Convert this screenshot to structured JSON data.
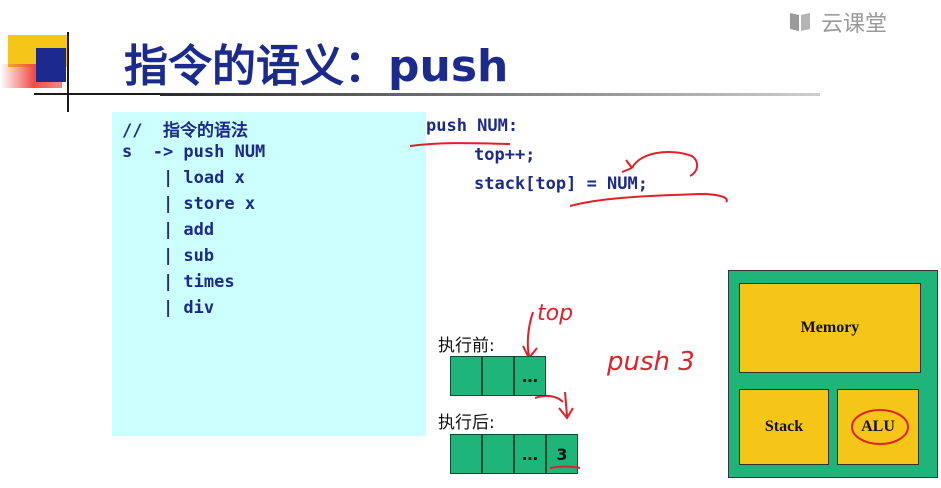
{
  "watermark": {
    "text": "云课堂"
  },
  "slide": {
    "title": "指令的语义：push"
  },
  "grammar": {
    "comment": "//  指令的语法",
    "lines": [
      "s  -> push NUM",
      "    | load x",
      "    | store x",
      "    | add",
      "    | sub",
      "    | times",
      "    | div"
    ]
  },
  "semantics": {
    "line1": "push NUM:",
    "line2": "top++;",
    "line3": "stack[top] = NUM;"
  },
  "stack_demo": {
    "before_label": "执行前:",
    "after_label": "执行后:",
    "ellipsis": "…",
    "pushed_value": "3"
  },
  "annotations": {
    "top_note": "top",
    "push_note": "push 3"
  },
  "machine": {
    "memory_label": "Memory",
    "stack_label": "Stack",
    "alu_label": "ALU"
  },
  "colors": {
    "title": "#1b2a8c",
    "grammar_bg": "#ccffff",
    "cell_green": "#1fb57a",
    "unit_yellow": "#f5c518",
    "ink_red": "#e0202a"
  }
}
